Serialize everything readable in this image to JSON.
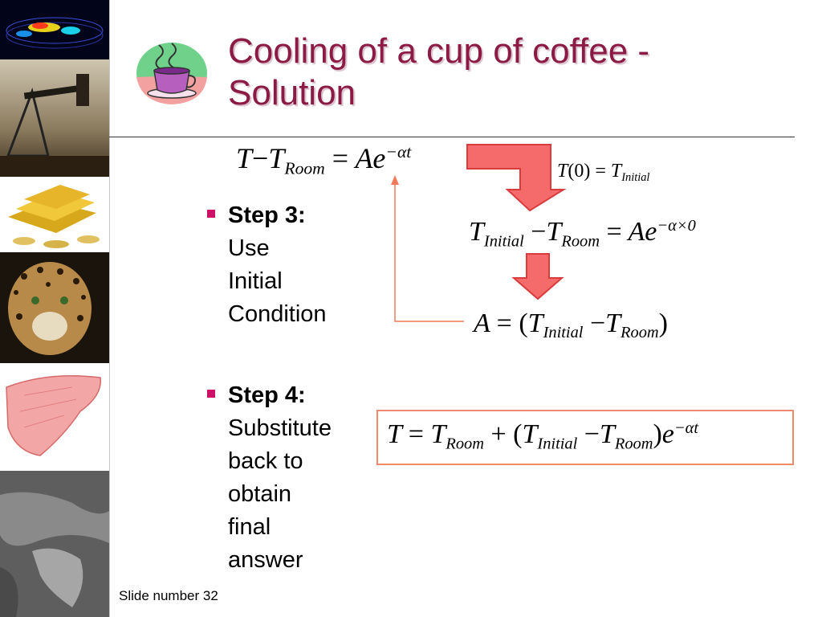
{
  "slide": {
    "title_line1": "Cooling of a cup of coffee -",
    "title_line2": "Solution",
    "footer": "Slide number 32"
  },
  "equations": {
    "eq1": {
      "T": "T",
      "minus": "−",
      "T2": "T",
      "room": "Room",
      "eq": "=",
      "A": "Ae",
      "exp": "−αt"
    },
    "eq2": {
      "T": "T",
      "open": "(0)",
      "eq": "=",
      "T2": "T",
      "initial": "Initial"
    },
    "eq3": {
      "T": "T",
      "initial": "Initial",
      "minus": "−",
      "T2": "T",
      "room": "Room",
      "eq": "=",
      "A": "Ae",
      "exp": "−α×0"
    },
    "eq4": {
      "A": "A",
      "eq": "=",
      "open": "(",
      "T": "T",
      "initial": "Initial",
      "minus": "−",
      "T2": "T",
      "room": "Room",
      "close": ")"
    },
    "eq5": {
      "T": "T",
      "eq": "=",
      "T2": "T",
      "room": "Room",
      "plus": "+",
      "open": "(",
      "T3": "T",
      "initial": "Initial",
      "minus": "−",
      "T4": "T",
      "room2": "Room",
      "close": ")",
      "e": "e",
      "exp": "−αt"
    }
  },
  "steps": [
    {
      "head": "Step 3:",
      "body": " Use Initial\nCondition"
    },
    {
      "head": "Step 4:",
      "body": " Substitute\nback to\nobtain final\nanswer"
    }
  ],
  "colors": {
    "title": "#8b1a45",
    "bullet": "#cc1166",
    "arrow_fill": "#f56a6a",
    "arrow_stroke": "#d83c3c",
    "thin_arrow": "#f07a5a",
    "box_border": "#f08a6e"
  },
  "icons": {
    "logo": "coffee-cup-icon"
  }
}
